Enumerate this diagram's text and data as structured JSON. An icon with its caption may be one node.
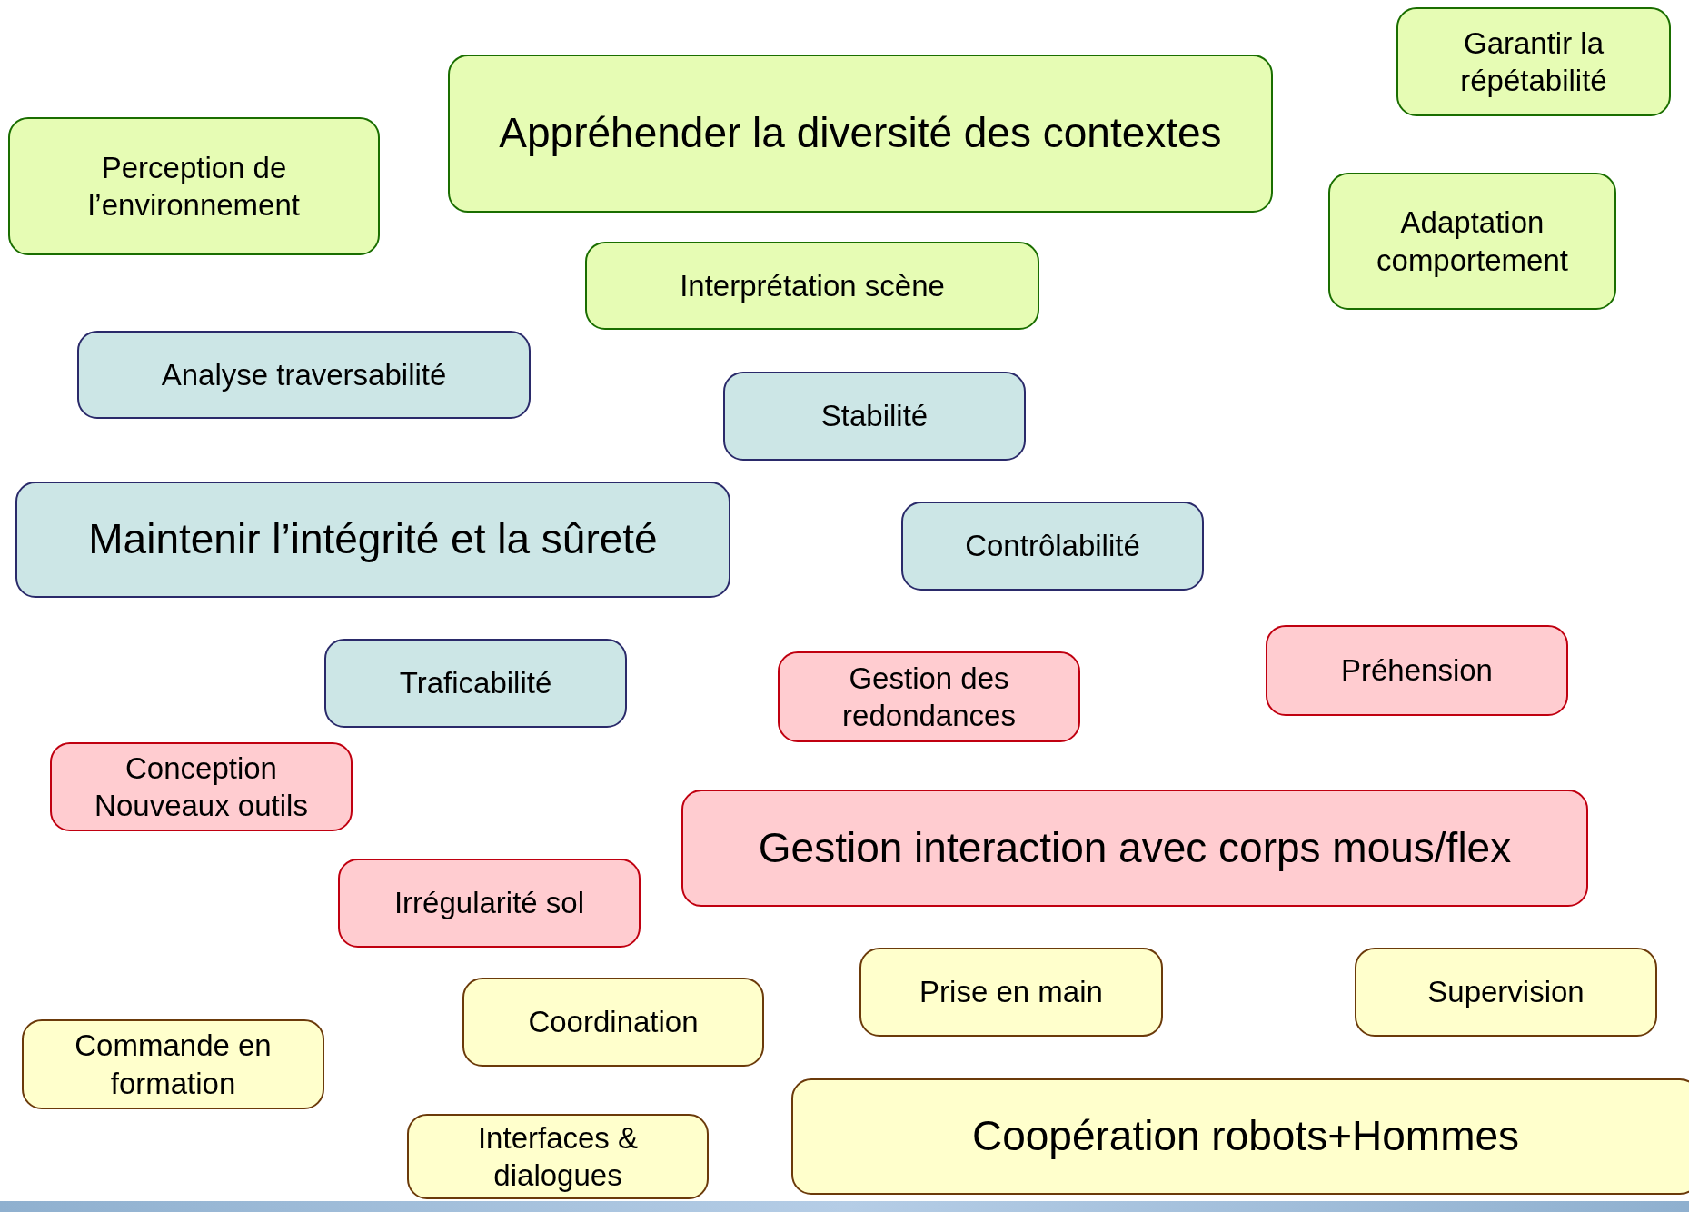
{
  "diagram": {
    "nodes": [
      {
        "text": [
          "Perception de l’environnement"
        ]
      },
      {
        "text": [
          "Appréhender la diversité des contextes"
        ]
      },
      {
        "text": [
          "Garantir la répétabilité"
        ]
      },
      {
        "text": [
          "Adaptation comportement"
        ]
      },
      {
        "text": [
          "Interprétation scène"
        ]
      },
      {
        "text": [
          "Analyse traversabilité"
        ]
      },
      {
        "text": [
          "Stabilité"
        ]
      },
      {
        "text": [
          "Maintenir l’intégrité et la sûreté"
        ]
      },
      {
        "text": [
          "Contrôlabilité"
        ]
      },
      {
        "text": [
          "Traficabilité"
        ]
      },
      {
        "text": [
          "Gestion des redondances"
        ]
      },
      {
        "text": [
          "Préhension"
        ]
      },
      {
        "text": [
          "Conception Nouveaux outils"
        ]
      },
      {
        "text": [
          "Gestion interaction avec corps mous/flex"
        ]
      },
      {
        "text": [
          "Irrégularité sol"
        ]
      },
      {
        "text": [
          "Prise en main"
        ]
      },
      {
        "text": [
          "Supervision"
        ]
      },
      {
        "text": [
          "Coordination"
        ]
      },
      {
        "text": [
          "Commande en formation"
        ]
      },
      {
        "text": [
          "Coopération robots+Hommes"
        ]
      },
      {
        "text": [
          "Interfaces & dialogues"
        ]
      }
    ]
  }
}
